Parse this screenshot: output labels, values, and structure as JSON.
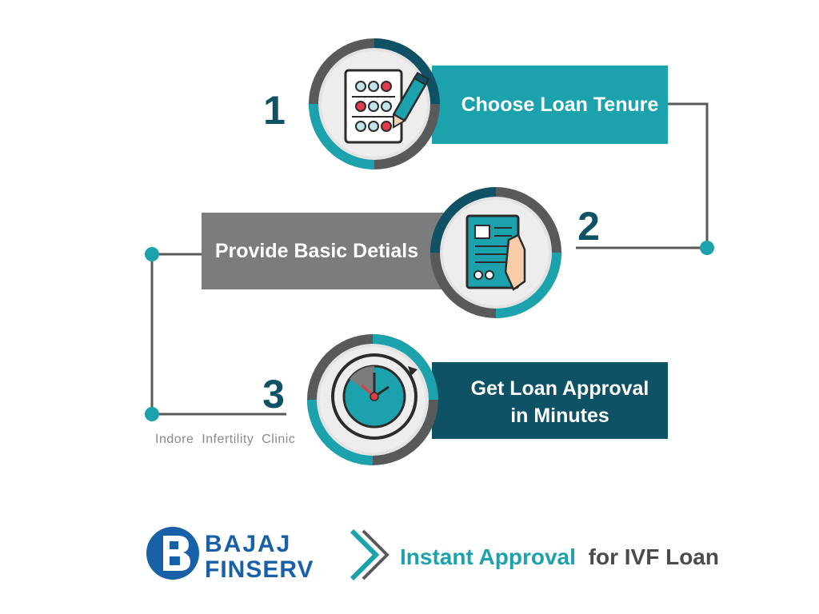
{
  "steps": [
    {
      "number": "1",
      "label": "Choose Loan Tenure",
      "icon": "checklist-pen-icon"
    },
    {
      "number": "2",
      "label": "Provide Basic Detials",
      "icon": "document-hand-icon"
    },
    {
      "number": "3",
      "label_line1": "Get Loan Approval",
      "label_line2": "in Minutes",
      "icon": "clock-icon"
    }
  ],
  "watermark": "Indore  Infertility  Clinic",
  "brand": {
    "line1": "BAJAJ",
    "line2": "FINSERV",
    "tagline_highlight": "Instant Approval",
    "tagline_rest": "for IVF Loan"
  },
  "colors": {
    "teal": "#1ca2ad",
    "dark_teal": "#0f5165",
    "grey": "#7b7c7e",
    "navy": "#0f5872",
    "brand_blue": "#1860a8",
    "ring_grey": "#5a5b5d",
    "connector": "#58595b"
  }
}
